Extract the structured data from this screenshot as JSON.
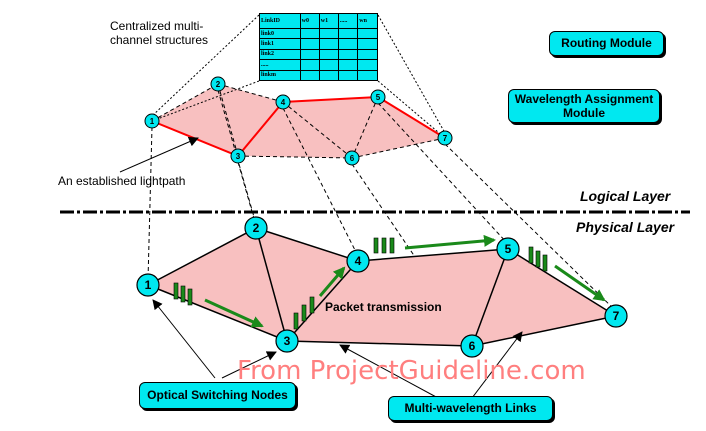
{
  "texts": {
    "centralized_line1": "Centralized multi-",
    "centralized_line2": "channel structures",
    "lightpath_label": "An established lightpath",
    "logical_layer": "Logical Layer",
    "physical_layer": "Physical Layer",
    "packet_transmission": "Packet transmission",
    "watermark": "From ProjectGuideline.com"
  },
  "modules": {
    "routing": "Routing Module",
    "wavelength_line1": "Wavelength Assignment",
    "wavelength_line2": "Module",
    "optical_nodes": "Optical Switching Nodes",
    "multi_links": "Multi-wavelength Links"
  },
  "link_table": {
    "headers": [
      "LinkID",
      "w0",
      "w1",
      ".....",
      "wn"
    ],
    "rows": [
      "link0",
      "link1",
      "link2",
      ".....",
      "linkm"
    ]
  },
  "logical_nodes": [
    "1",
    "2",
    "3",
    "4",
    "5",
    "6",
    "7"
  ],
  "physical_nodes": [
    "1",
    "2",
    "3",
    "4",
    "5",
    "6",
    "7"
  ],
  "colors": {
    "node_fill": "#00e8f0",
    "region_fill": "#f8c0c0",
    "lightpath": "#ff0000",
    "arrow": "#1a8a1a",
    "bar": "#1a8a1a",
    "watermark": "#ff7f7f"
  }
}
